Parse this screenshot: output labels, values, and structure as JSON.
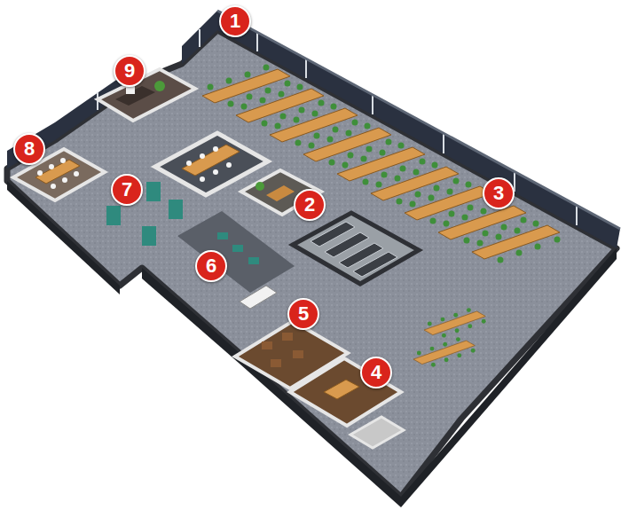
{
  "diagram": {
    "labels": [
      "1",
      "9",
      "8",
      "7",
      "3",
      "2",
      "6",
      "5",
      "4"
    ]
  }
}
